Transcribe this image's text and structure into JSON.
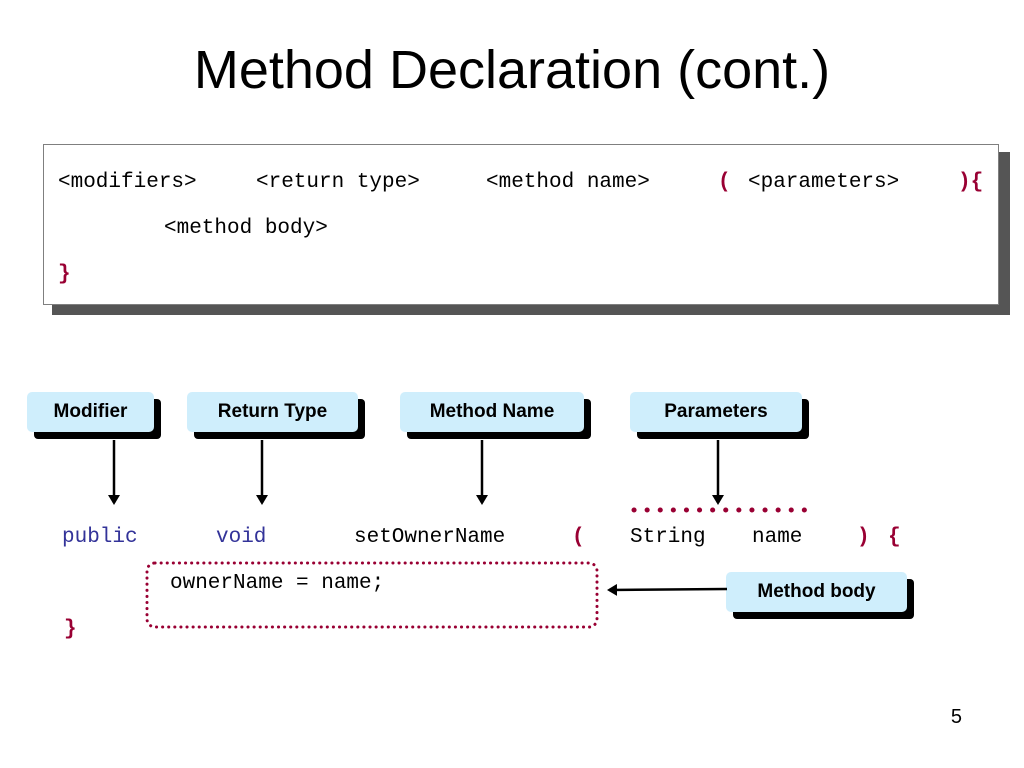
{
  "slide": {
    "title": "Method Declaration (cont.)",
    "page_number": "5"
  },
  "syntax": {
    "modifiers": "<modifiers>",
    "return_type": "<return type>",
    "method_name": "<method name>",
    "open_paren": "(",
    "parameters": "<parameters>",
    "close_paren_brace": "){",
    "method_body": "<method body>",
    "close_brace": "}"
  },
  "labels": {
    "modifier": "Modifier",
    "return_type": "Return Type",
    "method_name": "Method Name",
    "parameters": "Parameters",
    "method_body": "Method body"
  },
  "example": {
    "modifier": "public",
    "return_type": "void",
    "method_name": "setOwnerName",
    "open_paren": "(",
    "param_type": "String",
    "param_name": "name",
    "close_paren": ")",
    "open_brace": "{",
    "body": "ownerName = name;",
    "close_brace": "}"
  },
  "colors": {
    "keyword": "#333399",
    "punctuation": "#990033",
    "label_fill": "#cfeefc"
  }
}
